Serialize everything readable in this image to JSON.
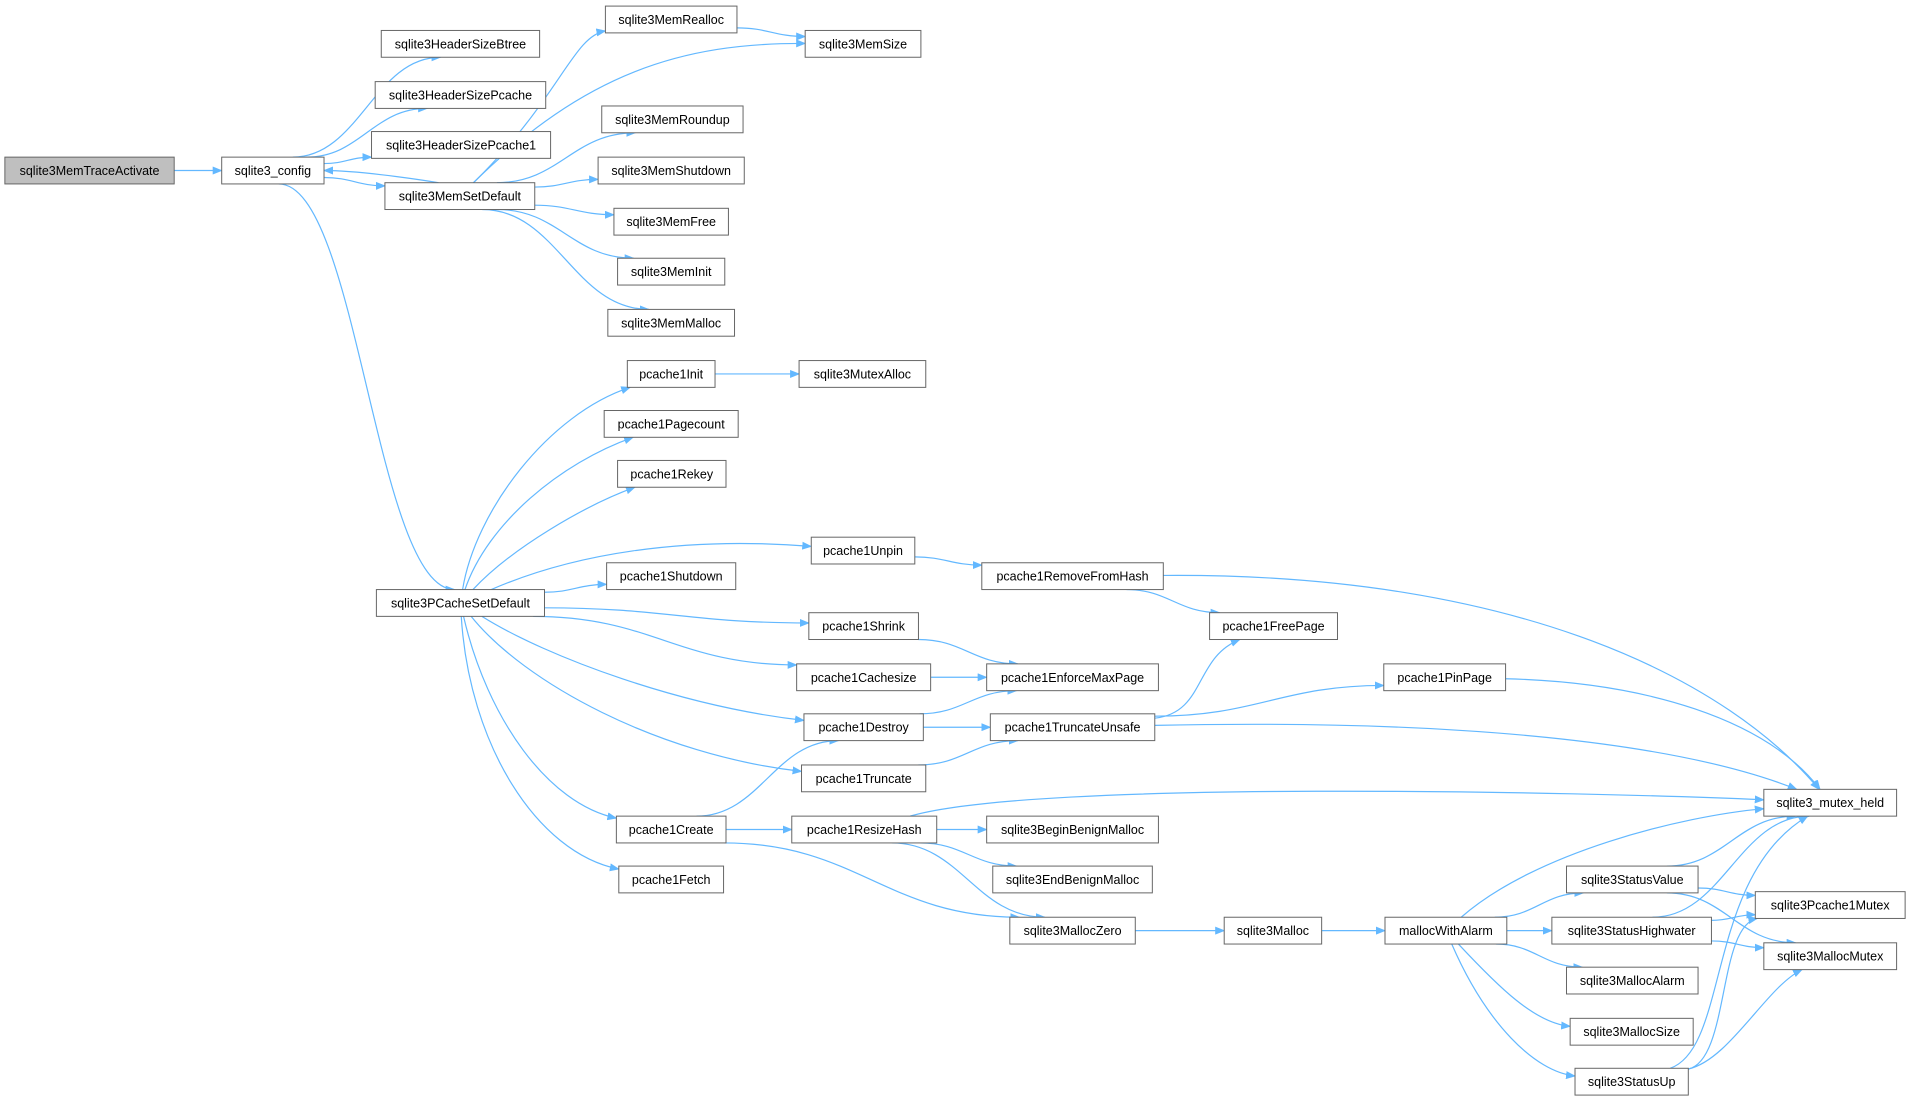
{
  "graph": {
    "root": "sqlite3MemTraceActivate",
    "nodes": [
      "sqlite3MemTraceActivate",
      "sqlite3_config",
      "sqlite3HeaderSizeBtree",
      "sqlite3HeaderSizePcache",
      "sqlite3HeaderSizePcache1",
      "sqlite3MemSetDefault",
      "sqlite3MemRealloc",
      "sqlite3MemSize",
      "sqlite3MemRoundup",
      "sqlite3MemShutdown",
      "sqlite3MemFree",
      "sqlite3MemInit",
      "sqlite3MemMalloc",
      "sqlite3PCacheSetDefault",
      "pcache1Init",
      "sqlite3MutexAlloc",
      "pcache1Pagecount",
      "pcache1Rekey",
      "pcache1Unpin",
      "pcache1RemoveFromHash",
      "pcache1Shutdown",
      "pcache1Shrink",
      "pcache1FreePage",
      "pcache1Cachesize",
      "pcache1EnforceMaxPage",
      "pcache1PinPage",
      "pcache1Destroy",
      "pcache1TruncateUnsafe",
      "pcache1Truncate",
      "sqlite3_mutex_held",
      "pcache1Create",
      "pcache1ResizeHash",
      "sqlite3BeginBenignMalloc",
      "sqlite3EndBenignMalloc",
      "pcache1Fetch",
      "sqlite3StatusValue",
      "sqlite3Pcache1Mutex",
      "sqlite3MallocZero",
      "sqlite3Malloc",
      "mallocWithAlarm",
      "sqlite3StatusHighwater",
      "sqlite3MallocMutex",
      "sqlite3MallocAlarm",
      "sqlite3MallocSize",
      "sqlite3StatusUp"
    ],
    "edges": [
      [
        "sqlite3MemTraceActivate",
        "sqlite3_config"
      ],
      [
        "sqlite3_config",
        "sqlite3HeaderSizeBtree"
      ],
      [
        "sqlite3_config",
        "sqlite3HeaderSizePcache"
      ],
      [
        "sqlite3_config",
        "sqlite3HeaderSizePcache1"
      ],
      [
        "sqlite3_config",
        "sqlite3MemSetDefault"
      ],
      [
        "sqlite3_config",
        "sqlite3PCacheSetDefault"
      ],
      [
        "sqlite3MemSetDefault",
        "sqlite3_config"
      ],
      [
        "sqlite3MemSetDefault",
        "sqlite3MemRealloc"
      ],
      [
        "sqlite3MemSetDefault",
        "sqlite3MemSize"
      ],
      [
        "sqlite3MemSetDefault",
        "sqlite3MemRoundup"
      ],
      [
        "sqlite3MemSetDefault",
        "sqlite3MemShutdown"
      ],
      [
        "sqlite3MemSetDefault",
        "sqlite3MemFree"
      ],
      [
        "sqlite3MemSetDefault",
        "sqlite3MemInit"
      ],
      [
        "sqlite3MemSetDefault",
        "sqlite3MemMalloc"
      ],
      [
        "sqlite3MemRealloc",
        "sqlite3MemSize"
      ],
      [
        "sqlite3PCacheSetDefault",
        "pcache1Init"
      ],
      [
        "sqlite3PCacheSetDefault",
        "pcache1Pagecount"
      ],
      [
        "sqlite3PCacheSetDefault",
        "pcache1Rekey"
      ],
      [
        "sqlite3PCacheSetDefault",
        "pcache1Unpin"
      ],
      [
        "sqlite3PCacheSetDefault",
        "pcache1Shutdown"
      ],
      [
        "sqlite3PCacheSetDefault",
        "pcache1Shrink"
      ],
      [
        "sqlite3PCacheSetDefault",
        "pcache1Cachesize"
      ],
      [
        "sqlite3PCacheSetDefault",
        "pcache1Destroy"
      ],
      [
        "sqlite3PCacheSetDefault",
        "pcache1Truncate"
      ],
      [
        "sqlite3PCacheSetDefault",
        "pcache1Create"
      ],
      [
        "sqlite3PCacheSetDefault",
        "pcache1Fetch"
      ],
      [
        "pcache1Init",
        "sqlite3MutexAlloc"
      ],
      [
        "pcache1Unpin",
        "pcache1RemoveFromHash"
      ],
      [
        "pcache1RemoveFromHash",
        "pcache1FreePage"
      ],
      [
        "pcache1RemoveFromHash",
        "sqlite3_mutex_held"
      ],
      [
        "pcache1Shrink",
        "pcache1EnforceMaxPage"
      ],
      [
        "pcache1Cachesize",
        "pcache1EnforceMaxPage"
      ],
      [
        "pcache1Destroy",
        "pcache1EnforceMaxPage"
      ],
      [
        "pcache1Destroy",
        "pcache1TruncateUnsafe"
      ],
      [
        "pcache1Truncate",
        "pcache1TruncateUnsafe"
      ],
      [
        "pcache1TruncateUnsafe",
        "pcache1FreePage"
      ],
      [
        "pcache1TruncateUnsafe",
        "pcache1PinPage"
      ],
      [
        "pcache1TruncateUnsafe",
        "sqlite3_mutex_held"
      ],
      [
        "pcache1PinPage",
        "sqlite3_mutex_held"
      ],
      [
        "pcache1Create",
        "pcache1Destroy"
      ],
      [
        "pcache1Create",
        "pcache1ResizeHash"
      ],
      [
        "pcache1Create",
        "sqlite3MallocZero"
      ],
      [
        "pcache1ResizeHash",
        "sqlite3_mutex_held"
      ],
      [
        "pcache1ResizeHash",
        "sqlite3BeginBenignMalloc"
      ],
      [
        "pcache1ResizeHash",
        "sqlite3EndBenignMalloc"
      ],
      [
        "pcache1ResizeHash",
        "sqlite3MallocZero"
      ],
      [
        "sqlite3MallocZero",
        "sqlite3Malloc"
      ],
      [
        "sqlite3Malloc",
        "mallocWithAlarm"
      ],
      [
        "mallocWithAlarm",
        "sqlite3_mutex_held"
      ],
      [
        "mallocWithAlarm",
        "sqlite3StatusValue"
      ],
      [
        "mallocWithAlarm",
        "sqlite3StatusHighwater"
      ],
      [
        "mallocWithAlarm",
        "sqlite3MallocAlarm"
      ],
      [
        "mallocWithAlarm",
        "sqlite3MallocSize"
      ],
      [
        "mallocWithAlarm",
        "sqlite3StatusUp"
      ],
      [
        "sqlite3StatusValue",
        "sqlite3_mutex_held"
      ],
      [
        "sqlite3StatusValue",
        "sqlite3Pcache1Mutex"
      ],
      [
        "sqlite3StatusValue",
        "sqlite3MallocMutex"
      ],
      [
        "sqlite3StatusHighwater",
        "sqlite3_mutex_held"
      ],
      [
        "sqlite3StatusHighwater",
        "sqlite3Pcache1Mutex"
      ],
      [
        "sqlite3StatusHighwater",
        "sqlite3MallocMutex"
      ],
      [
        "sqlite3StatusUp",
        "sqlite3_mutex_held"
      ],
      [
        "sqlite3StatusUp",
        "sqlite3Pcache1Mutex"
      ],
      [
        "sqlite3StatusUp",
        "sqlite3MallocMutex"
      ]
    ]
  }
}
